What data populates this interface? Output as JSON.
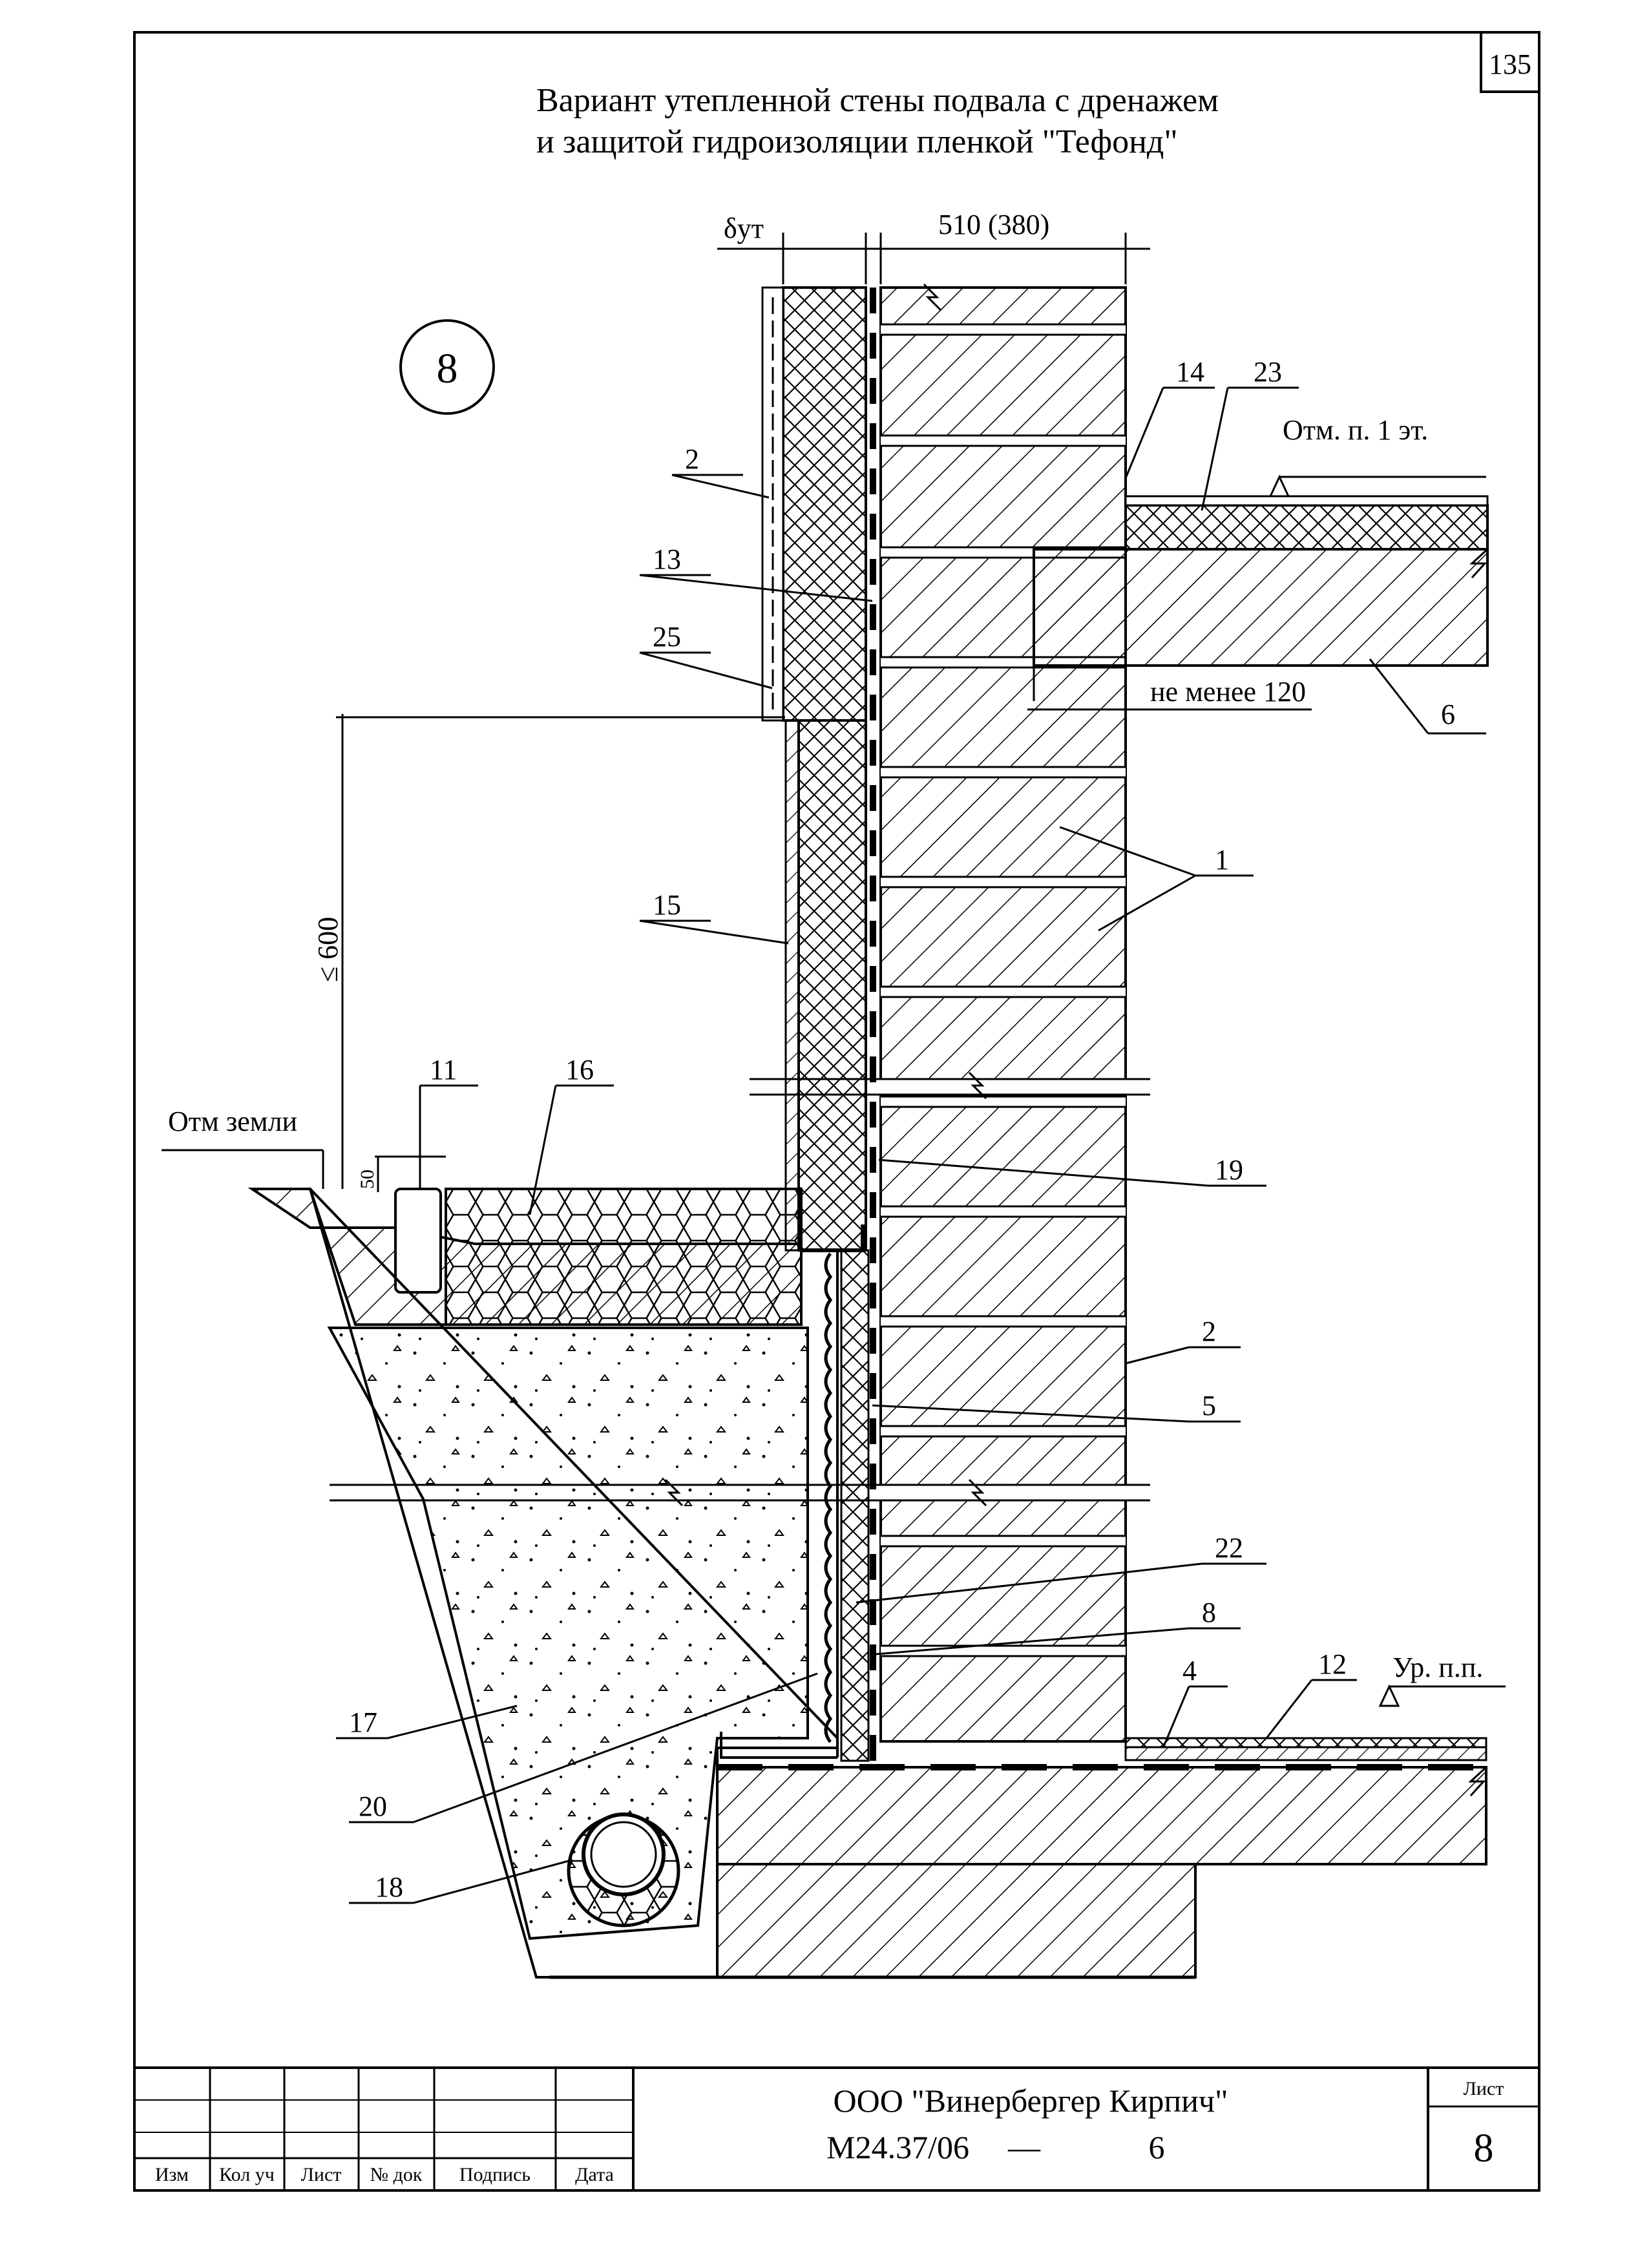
{
  "sheet": {
    "page_number": "135",
    "title_line1": "Вариант утепленной стены подвала с дренажем",
    "title_line2": "и защитой гидроизоляции пленкой \"Тефонд\""
  },
  "detail": {
    "number": "8",
    "dim_insulation": "δут",
    "dim_wall": "510 (380)",
    "dim_height": "≤ 600",
    "dim_50": "50",
    "min_support": "не менее 120",
    "level_floor1": "Отм. п. 1 эт.",
    "level_ground": "Отм земли",
    "level_floor": "Ур. п.п."
  },
  "callouts": [
    "1",
    "2",
    "4",
    "5",
    "6",
    "8",
    "11",
    "12",
    "13",
    "14",
    "15",
    "16",
    "17",
    "18",
    "19",
    "20",
    "22",
    "23",
    "25"
  ],
  "stamp": {
    "headers": [
      "Изм",
      "Кол уч",
      "Лист",
      "№ док",
      "Подпись",
      "Дата"
    ],
    "company": "ООО \"Винербергер Кирпич\"",
    "code": "М24.37/06",
    "dash": "—",
    "sheet_no_suffix": "6",
    "list_label": "Лист",
    "list_value": "8"
  }
}
